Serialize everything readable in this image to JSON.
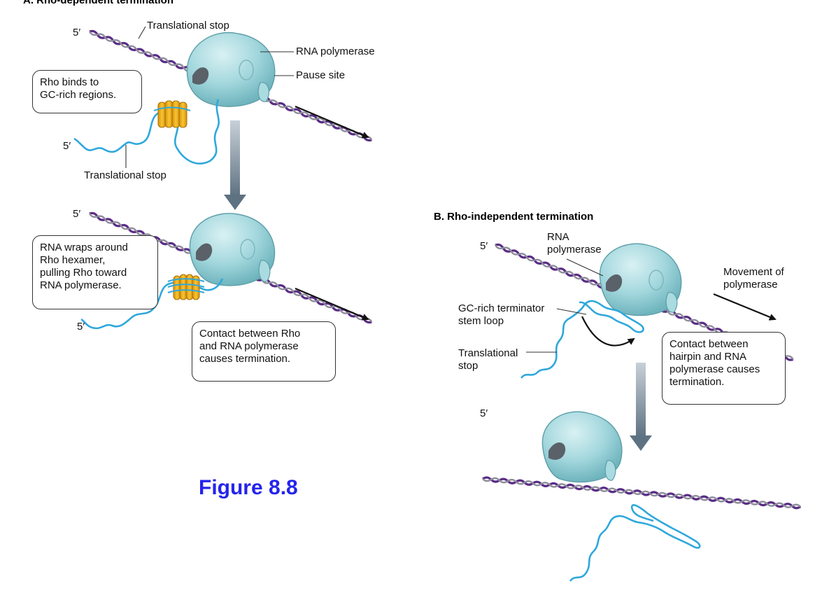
{
  "panel_a": {
    "header": "A. Rho-dependent termination",
    "top": {
      "five_prime_dna": "5′",
      "translational_stop_dna": "Translational stop",
      "rna_polymerase": "RNA polymerase",
      "pause_site": "Pause site",
      "callout": "Rho binds to\nGC-rich regions.",
      "five_prime_rna": "5′",
      "translational_stop_rna": "Translational stop"
    },
    "bottom": {
      "five_prime_dna": "5′",
      "callout_wrap": "RNA wraps around\nRho hexamer,\npulling Rho toward\nRNA polymerase.",
      "five_prime_rna": "5′",
      "callout_contact": "Contact between Rho\nand RNA polymerase\ncauses termination."
    }
  },
  "panel_b": {
    "header": "B. Rho-independent termination",
    "five_prime_dna": "5′",
    "rna_polymerase": "RNA\npolymerase",
    "movement": "Movement of\npolymerase",
    "gc_stem_loop": "GC-rich terminator\nstem loop",
    "translational_stop": "Translational\nstop",
    "callout": "Contact between\nhairpin and RNA\npolymerase causes\ntermination.",
    "five_prime_released": "5′"
  },
  "figure_label": "Figure 8.8",
  "colors": {
    "dna_strand_dark": "#5b2d86",
    "dna_strand_light": "#8e8e9c",
    "rna": "#2fa8dc",
    "polymerase": "#9fd6dc",
    "rho": "#f2b51d",
    "process_arrow": "#6d7f8c",
    "figure_label": "#2323ee"
  }
}
